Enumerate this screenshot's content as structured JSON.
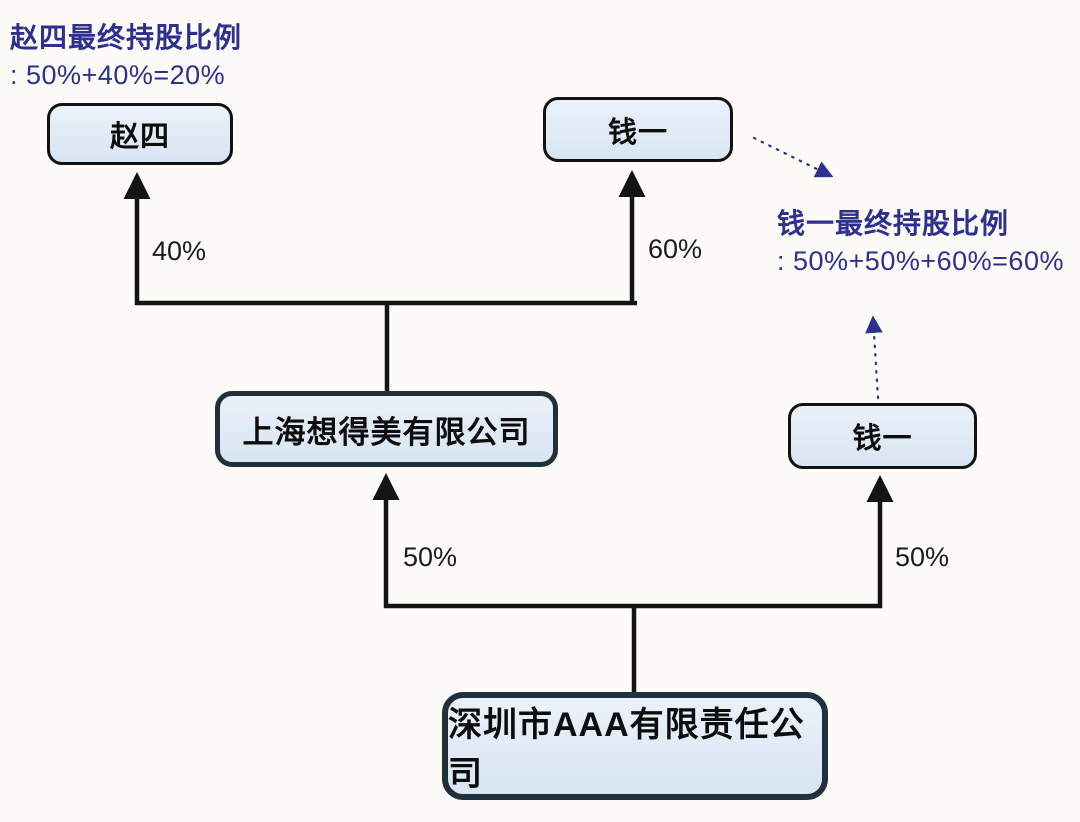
{
  "colors": {
    "annotation_text": "#2e2f8f",
    "solid_arrow": "#141414",
    "node_fill": "#dfe9f4",
    "node_border_small": "#121212",
    "node_border_large": "#20303c",
    "background": "#fcfbf8"
  },
  "annotations": {
    "zhaosi": {
      "title": "赵四最终持股比例",
      "formula": ": 50%+40%=20%"
    },
    "qianyi": {
      "title": "钱一最终持股比例",
      "formula": ": 50%+50%+60%=60%"
    }
  },
  "nodes": {
    "zhaosi": {
      "label": "赵四"
    },
    "qianyi_top": {
      "label": "钱一"
    },
    "shanghai": {
      "label": "上海想得美有限公司"
    },
    "qianyi_right": {
      "label": "钱一"
    },
    "shenzhen": {
      "label": "深圳市AAA有限责任公司"
    }
  },
  "edges": [
    {
      "from": "shanghai",
      "to": "zhaosi",
      "label": "40%"
    },
    {
      "from": "shanghai",
      "to": "qianyi_top",
      "label": "60%"
    },
    {
      "from": "shenzhen",
      "to": "shanghai",
      "label": "50%"
    },
    {
      "from": "shenzhen",
      "to": "qianyi_right",
      "label": "50%"
    }
  ]
}
